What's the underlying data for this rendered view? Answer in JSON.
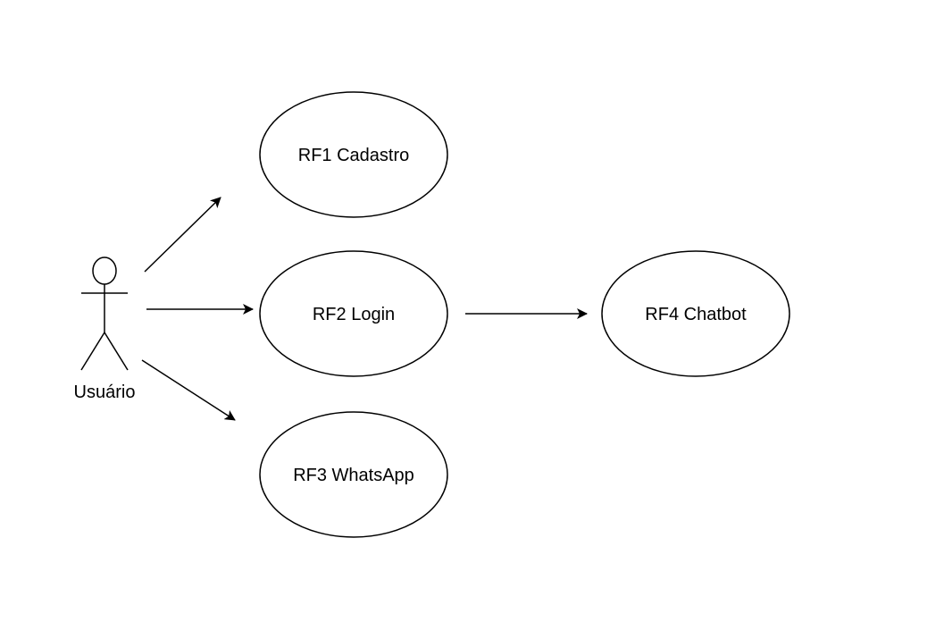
{
  "diagram": {
    "actor": {
      "label": "Usuário"
    },
    "use_cases": [
      {
        "id": "rf1",
        "label": "RF1 Cadastro"
      },
      {
        "id": "rf2",
        "label": "RF2 Login"
      },
      {
        "id": "rf3",
        "label": "RF3 WhatsApp"
      },
      {
        "id": "rf4",
        "label": "RF4 Chatbot"
      }
    ],
    "relations": [
      {
        "from": "actor",
        "to": "rf1"
      },
      {
        "from": "actor",
        "to": "rf2"
      },
      {
        "from": "actor",
        "to": "rf3"
      },
      {
        "from": "rf2",
        "to": "rf4"
      }
    ],
    "colors": {
      "stroke": "#000000",
      "fill": "#ffffff",
      "background": "#ffffff"
    }
  }
}
